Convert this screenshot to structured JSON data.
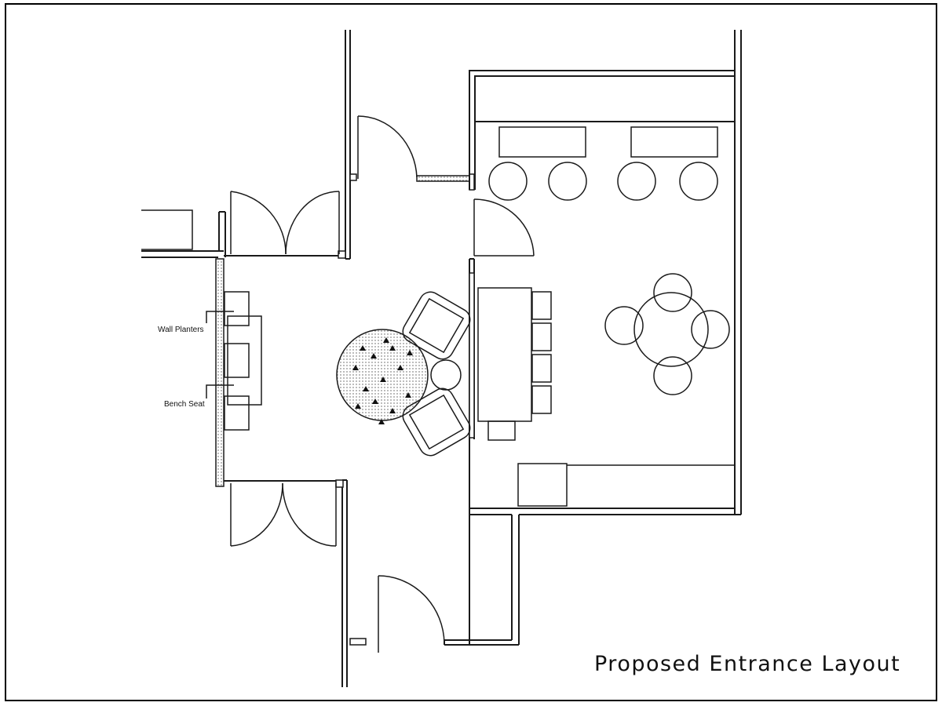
{
  "caption": "Proposed Entrance Layout",
  "labels": {
    "wall_planters": "Wall Planters",
    "bench_seat": "Bench Seat"
  },
  "colors": {
    "line": "#1a1a1a",
    "background": "#ffffff"
  }
}
